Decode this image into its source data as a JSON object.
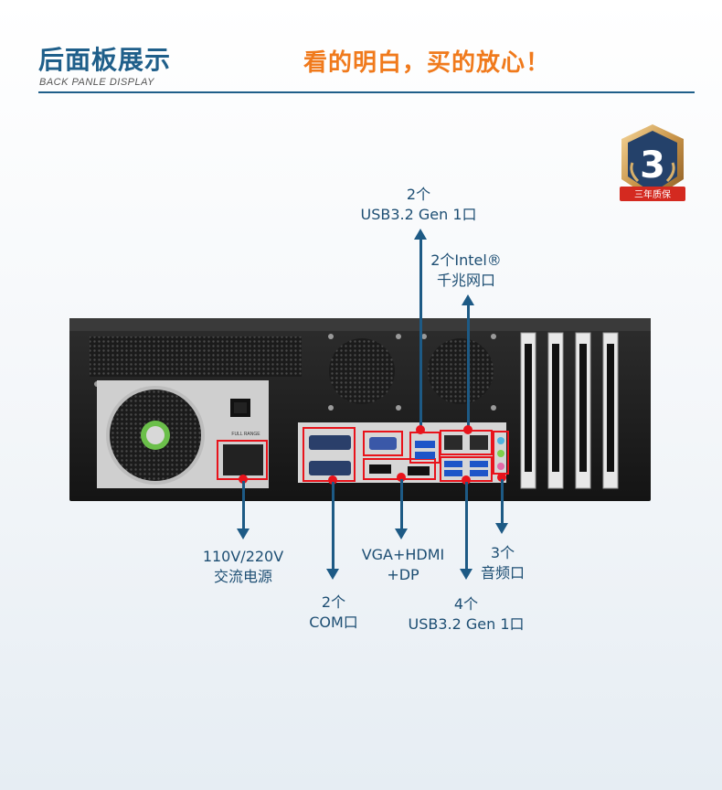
{
  "header": {
    "title": "后面板展示",
    "subtitle": "BACK PANLE DISPLAY",
    "slogan": "看的明白，买的放心！"
  },
  "badge": {
    "number": "3",
    "text": "三年质保"
  },
  "panel": {
    "psu_text": "FULL RANGE"
  },
  "callouts": {
    "usb_top": {
      "line1": "2个",
      "line2": "USB3.2 Gen 1口"
    },
    "lan": {
      "line1": "2个Intel®",
      "line2": "千兆网口"
    },
    "power": {
      "line1": "110V/220V",
      "line2": "交流电源"
    },
    "com": {
      "line1": "2个",
      "line2": "COM口"
    },
    "video": {
      "line1": "VGA+HDMI",
      "line2": "+DP"
    },
    "usb_bottom": {
      "line1": "4个",
      "line2": "USB3.2 Gen 1口"
    },
    "audio": {
      "line1": "3个",
      "line2": "音频口"
    }
  },
  "colors": {
    "brand_blue": "#1f5f8a",
    "accent_orange": "#f07a1c",
    "highlight_red": "#e8131b"
  }
}
